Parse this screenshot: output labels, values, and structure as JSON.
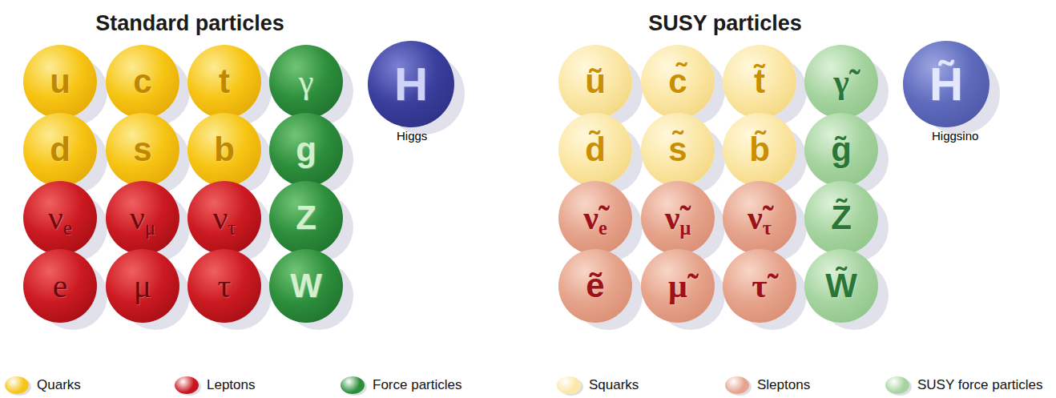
{
  "diagram": {
    "nodes": [
      {
        "text": [
          "u"
        ]
      },
      {
        "text": [
          "c"
        ]
      },
      {
        "text": [
          "t"
        ]
      },
      {
        "text": [
          "γ"
        ]
      },
      {
        "text": [
          "H",
          "Higgs"
        ]
      },
      {
        "text": [
          "d"
        ]
      },
      {
        "text": [
          "s"
        ]
      },
      {
        "text": [
          "b"
        ]
      },
      {
        "text": [
          "g"
        ]
      },
      {
        "text": [
          "νe"
        ]
      },
      {
        "text": [
          "νμ"
        ]
      },
      {
        "text": [
          "ντ"
        ]
      },
      {
        "text": [
          "Z"
        ]
      },
      {
        "text": [
          "e"
        ]
      },
      {
        "text": [
          "μ"
        ]
      },
      {
        "text": [
          "τ"
        ]
      },
      {
        "text": [
          "W"
        ]
      },
      {
        "text": [
          "ũ"
        ]
      },
      {
        "text": [
          "c̃"
        ]
      },
      {
        "text": [
          "t̃"
        ]
      },
      {
        "text": [
          "γ̃"
        ]
      },
      {
        "text": [
          "H̃",
          "Higgsino"
        ]
      },
      {
        "text": [
          "d̃"
        ]
      },
      {
        "text": [
          "s̃"
        ]
      },
      {
        "text": [
          "b̃"
        ]
      },
      {
        "text": [
          "g̃"
        ]
      },
      {
        "text": [
          "ν̃e"
        ]
      },
      {
        "text": [
          "ν̃μ"
        ]
      },
      {
        "text": [
          "ν̃τ"
        ]
      },
      {
        "text": [
          "Z̃"
        ]
      },
      {
        "text": [
          "ẽ"
        ]
      },
      {
        "text": [
          "μ̃"
        ]
      },
      {
        "text": [
          "τ̃"
        ]
      },
      {
        "text": [
          "W̃"
        ]
      }
    ],
    "labels": [
      "Standard particles",
      "SUSY particles"
    ],
    "legend": [
      {
        "text": "Quarks",
        "color": "#f5c518"
      },
      {
        "text": "Leptons",
        "color": "#c8161e"
      },
      {
        "text": "Force particles",
        "color": "#2d8f3c"
      },
      {
        "text": "Squarks",
        "color": "#fbe7a6"
      },
      {
        "text": "Sleptons",
        "color": "#e6a48c"
      },
      {
        "text": "SUSY force particles",
        "color": "#a6d4a0"
      }
    ]
  }
}
